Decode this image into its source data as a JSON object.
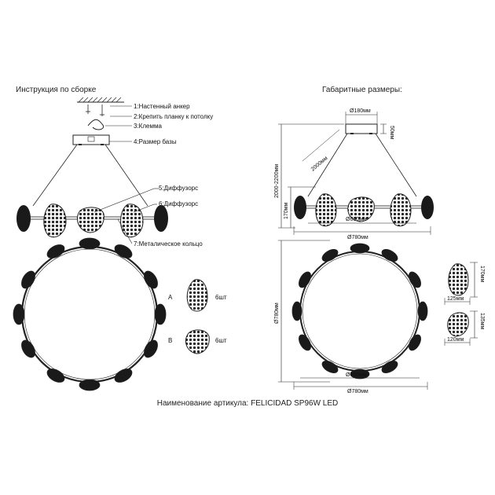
{
  "left_section": {
    "title": "Инструкция по сборке",
    "callouts": [
      "1:Настенный анкер",
      "2:Крепить планку к потолку",
      "3:Клемма",
      "4:Размер базы",
      "5:Диффузорс",
      "6:Диффузорс",
      "7:Металическое кольцо"
    ],
    "variants": [
      {
        "letter": "A",
        "qty": "6шт"
      },
      {
        "letter": "B",
        "qty": "6шт"
      }
    ]
  },
  "right_section": {
    "title": "Габаритные размеры:",
    "dimensions": {
      "base_diameter": "Ø180мм",
      "base_height": "50мм",
      "cable_length": "2000мм",
      "total_height": "2000-2200мм",
      "side_height": "170мм",
      "inner_diameter_side": "Ø660мм",
      "outer_diameter_side": "Ø780мм",
      "outer_diameter_top_vertical": "Ø780мм",
      "inner_diameter_top": "Ø660мм",
      "outer_diameter_top": "Ø780мм",
      "diffuser_a_height": "170мм",
      "diffuser_a_width": "125мм",
      "diffuser_b_height": "135мм",
      "diffuser_b_width": "120мм"
    }
  },
  "article": "Наименование артикула: FELICIDAD SP96W LED",
  "colors": {
    "line": "#222222",
    "shade_dark": "#1a1a1a",
    "shade_mid": "#555555"
  }
}
